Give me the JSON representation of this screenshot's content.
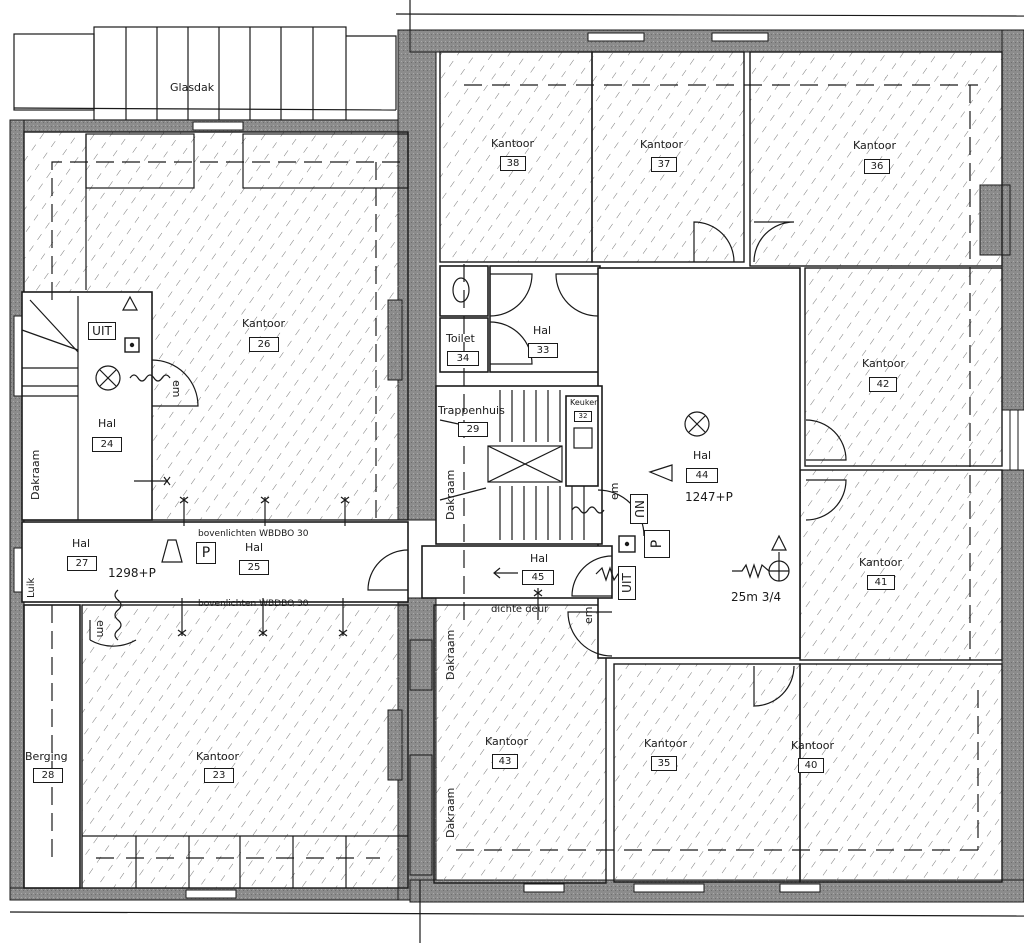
{
  "plan": {
    "glasdak": "Glasdak",
    "colors": {
      "wall": "#8a8a8a",
      "line": "#1a1a1a",
      "hatch": "#777777",
      "paper": "#ffffff"
    },
    "rooms": {
      "r26": {
        "name": "Kantoor",
        "number": "26"
      },
      "r24": {
        "name": "Hal",
        "number": "24"
      },
      "r27": {
        "name": "Hal",
        "number": "27"
      },
      "r25": {
        "name": "Hal",
        "number": "25"
      },
      "r28": {
        "name": "Berging",
        "number": "28"
      },
      "r23": {
        "name": "Kantoor",
        "number": "23"
      },
      "r38": {
        "name": "Kantoor",
        "number": "38"
      },
      "r37": {
        "name": "Kantoor",
        "number": "37"
      },
      "r36": {
        "name": "Kantoor",
        "number": "36"
      },
      "r34": {
        "name": "Toilet",
        "number": "34"
      },
      "r33": {
        "name": "Hal",
        "number": "33"
      },
      "r29": {
        "name": "Trappenhuis",
        "number": "29"
      },
      "r32": {
        "name": "Keuken",
        "number": "32"
      },
      "r44": {
        "name": "Hal",
        "number": "44"
      },
      "r45": {
        "name": "Hal",
        "number": "45"
      },
      "r42": {
        "name": "Kantoor",
        "number": "42"
      },
      "r41": {
        "name": "Kantoor",
        "number": "41"
      },
      "r43": {
        "name": "Kantoor",
        "number": "43"
      },
      "r35": {
        "name": "Kantoor",
        "number": "35"
      },
      "r40": {
        "name": "Kantoor",
        "number": "40"
      }
    },
    "annotations": {
      "dakraam_left": "Dakraam",
      "dakraam_stair": "Dakraam",
      "dakraam_43a": "Dakraam",
      "dakraam_43b": "Dakraam",
      "luik": "Luik",
      "bovenlichten_top": "bovenlichten WBDBO 30",
      "bovenlichten_bottom": "bovenlichten WBDBO 30",
      "alarm_left": "1298+P",
      "alarm_right": "1247+P",
      "hose_reel": "25m 3/4",
      "dichte_deur": "dichte deur",
      "em_24": "em",
      "em_27": "em",
      "em_stair": "em",
      "em_45": "em",
      "uit_24": "UIT",
      "uit_45": "UIT",
      "nu_44": "NU",
      "p_25": "P",
      "p_44": "P"
    }
  }
}
